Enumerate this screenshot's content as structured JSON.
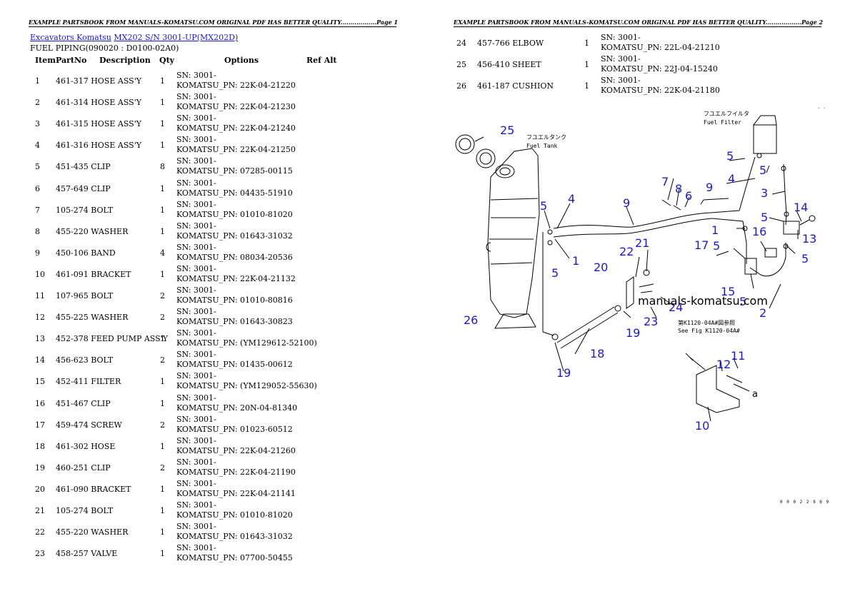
{
  "left_page": {
    "header": "EXAMPLE PARTSBOOK FROM MANUALS-KOMATSU.COM ORIGINAL PDF HAS BETTER QUALITY..................Page 1",
    "breadcrumb": {
      "link1": "Excavators Komatsu",
      "link2": "MX202 S/N 3001-UP(MX202D)"
    },
    "section_title": "FUEL PIPING(090020 : D0100-02A0)",
    "columns": {
      "item": "Item",
      "part": "PartNo",
      "desc": "Description",
      "qty": "Qty",
      "options": "Options",
      "refalt": "Ref Alt"
    },
    "rows": [
      {
        "item": "1",
        "part": "461-317 HOSE ASS'Y",
        "qty": "1",
        "opt1": "SN: 3001-",
        "opt2": "KOMATSU_PN: 22K-04-21220"
      },
      {
        "item": "2",
        "part": "461-314 HOSE ASS'Y",
        "qty": "1",
        "opt1": "SN: 3001-",
        "opt2": "KOMATSU_PN: 22K-04-21230"
      },
      {
        "item": "3",
        "part": "461-315 HOSE ASS'Y",
        "qty": "1",
        "opt1": "SN: 3001-",
        "opt2": "KOMATSU_PN: 22K-04-21240"
      },
      {
        "item": "4",
        "part": "461-316 HOSE ASS'Y",
        "qty": "1",
        "opt1": "SN: 3001-",
        "opt2": "KOMATSU_PN: 22K-04-21250"
      },
      {
        "item": "5",
        "part": "451-435 CLIP",
        "qty": "8",
        "opt1": "SN: 3001-",
        "opt2": "KOMATSU_PN: 07285-00115"
      },
      {
        "item": "6",
        "part": "457-649 CLIP",
        "qty": "1",
        "opt1": "SN: 3001-",
        "opt2": "KOMATSU_PN: 04435-51910"
      },
      {
        "item": "7",
        "part": "105-274 BOLT",
        "qty": "1",
        "opt1": "SN: 3001-",
        "opt2": "KOMATSU_PN: 01010-81020"
      },
      {
        "item": "8",
        "part": "455-220 WASHER",
        "qty": "1",
        "opt1": "SN: 3001-",
        "opt2": "KOMATSU_PN: 01643-31032"
      },
      {
        "item": "9",
        "part": "450-106 BAND",
        "qty": "4",
        "opt1": "SN: 3001-",
        "opt2": "KOMATSU_PN: 08034-20536"
      },
      {
        "item": "10",
        "part": "461-091 BRACKET",
        "qty": "1",
        "opt1": "SN: 3001-",
        "opt2": "KOMATSU_PN: 22K-04-21132"
      },
      {
        "item": "11",
        "part": "107-965 BOLT",
        "qty": "2",
        "opt1": "SN: 3001-",
        "opt2": "KOMATSU_PN: 01010-80816"
      },
      {
        "item": "12",
        "part": "455-225 WASHER",
        "qty": "2",
        "opt1": "SN: 3001-",
        "opt2": "KOMATSU_PN: 01643-30823"
      },
      {
        "item": "13",
        "part": "452-378 FEED PUMP ASS'Y",
        "qty": "1",
        "opt1": "SN: 3001-",
        "opt2": "KOMATSU_PN: (YM129612-52100)"
      },
      {
        "item": "14",
        "part": "456-623 BOLT",
        "qty": "2",
        "opt1": "SN: 3001-",
        "opt2": "KOMATSU_PN: 01435-00612"
      },
      {
        "item": "15",
        "part": "452-411 FILTER",
        "qty": "1",
        "opt1": "SN: 3001-",
        "opt2": "KOMATSU_PN: (YM129052-55630)"
      },
      {
        "item": "16",
        "part": "451-467 CLIP",
        "qty": "1",
        "opt1": "SN: 3001-",
        "opt2": "KOMATSU_PN: 20N-04-81340"
      },
      {
        "item": "17",
        "part": "459-474 SCREW",
        "qty": "2",
        "opt1": "SN: 3001-",
        "opt2": "KOMATSU_PN: 01023-60512"
      },
      {
        "item": "18",
        "part": "461-302 HOSE",
        "qty": "1",
        "opt1": "SN: 3001-",
        "opt2": "KOMATSU_PN: 22K-04-21260"
      },
      {
        "item": "19",
        "part": "460-251 CLIP",
        "qty": "2",
        "opt1": "SN: 3001-",
        "opt2": "KOMATSU_PN: 22K-04-21190"
      },
      {
        "item": "20",
        "part": "461-090 BRACKET",
        "qty": "1",
        "opt1": "SN: 3001-",
        "opt2": "KOMATSU_PN: 22K-04-21141"
      },
      {
        "item": "21",
        "part": "105-274 BOLT",
        "qty": "1",
        "opt1": "SN: 3001-",
        "opt2": "KOMATSU_PN: 01010-81020"
      },
      {
        "item": "22",
        "part": "455-220 WASHER",
        "qty": "1",
        "opt1": "SN: 3001-",
        "opt2": "KOMATSU_PN: 01643-31032"
      },
      {
        "item": "23",
        "part": "458-257 VALVE",
        "qty": "1",
        "opt1": "SN: 3001-",
        "opt2": "KOMATSU_PN: 07700-50455"
      }
    ]
  },
  "right_page": {
    "header": "EXAMPLE PARTSBOOK FROM MANUALS-KOMATSU.COM ORIGINAL PDF HAS BETTER QUALITY..................Page 2",
    "rows": [
      {
        "item": "24",
        "part": "457-766 ELBOW",
        "qty": "1",
        "opt1": "SN: 3001-",
        "opt2": "KOMATSU_PN: 22L-04-21210"
      },
      {
        "item": "25",
        "part": "456-410 SHEET",
        "qty": "1",
        "opt1": "SN: 3001-",
        "opt2": "KOMATSU_PN: 22J-04-15240"
      },
      {
        "item": "26",
        "part": "461-187 CUSHION",
        "qty": "1",
        "opt1": "SN: 3001-",
        "opt2": "KOMATSU_PN: 22K-04-21180"
      }
    ],
    "diagram": {
      "watermark": "manuals-komatsu.com",
      "label_fuel_filter_jp": "フユエルフイルタ",
      "label_fuel_filter": "Fuel Filter",
      "label_fuel_tank_jp": "フユエルタンク",
      "label_fuel_tank": "Fuel Tank",
      "label_see_fig_jp": "第K1120-04A#図参照",
      "label_see_fig": "See Fig K1120-04A#",
      "label_a": "a",
      "figure_code": "0 0 0 2 2 9 6 9"
    }
  }
}
